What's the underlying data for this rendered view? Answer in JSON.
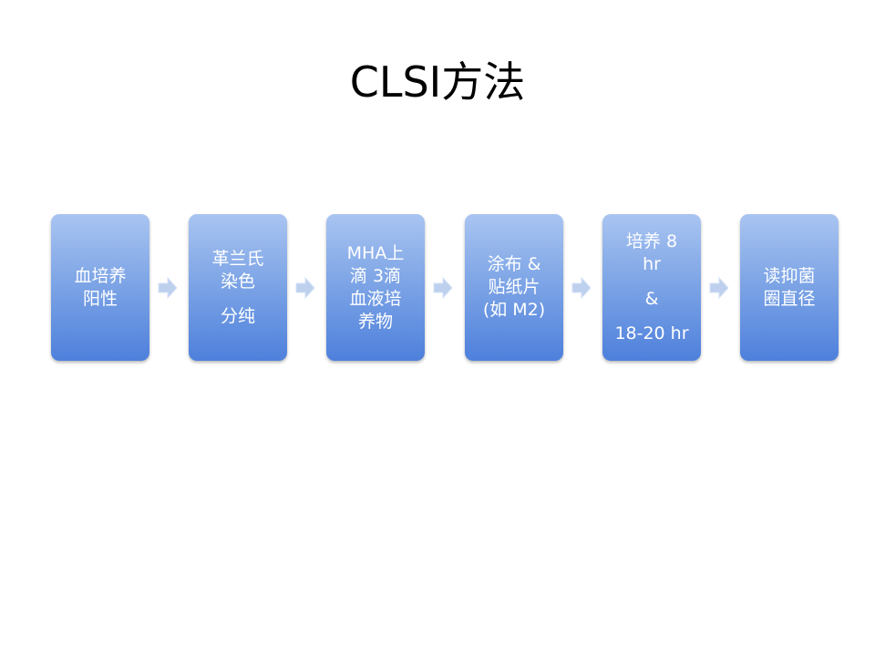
{
  "title": "CLSI方法",
  "colors": {
    "box_top": "#a9c4f1",
    "box_bottom": "#4e80dc",
    "arrow": "#bdd0ee",
    "text": "#ffffff"
  },
  "steps": [
    {
      "lines": [
        "血培养",
        "阳性"
      ]
    },
    {
      "lines": [
        "革兰氏",
        "染色",
        "",
        "分纯"
      ]
    },
    {
      "lines": [
        "MHA上",
        "滴 3滴",
        "血液培",
        "养物"
      ]
    },
    {
      "lines": [
        "涂布 &",
        "贴纸片",
        "(如 M2)"
      ]
    },
    {
      "lines": [
        "培养 8",
        "hr",
        "",
        "&",
        "",
        "18-20 hr"
      ]
    },
    {
      "lines": [
        "读抑菌",
        "圈直径"
      ]
    }
  ]
}
